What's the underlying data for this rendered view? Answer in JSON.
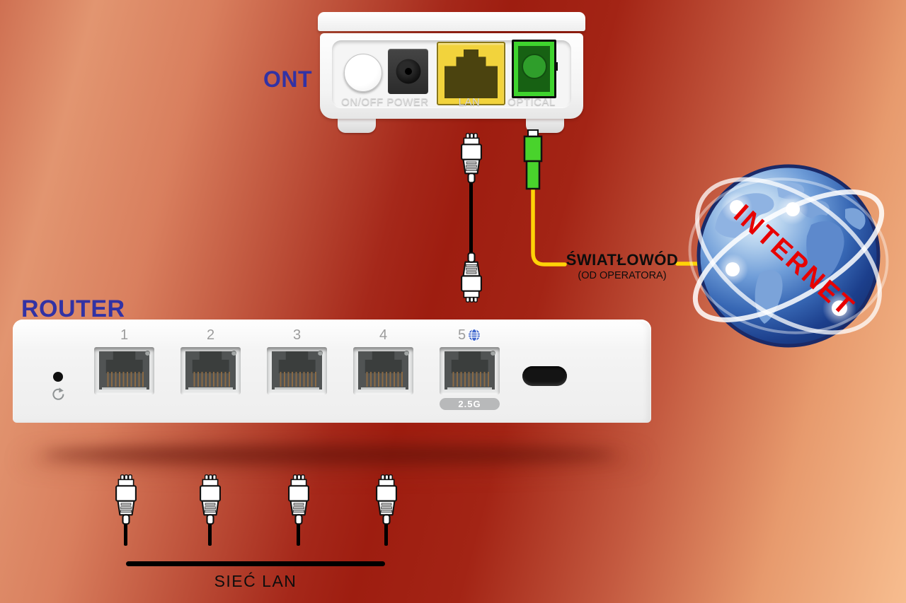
{
  "ont": {
    "label": "ONT",
    "ports": [
      {
        "name": "on-off-button",
        "label": "ON/OFF"
      },
      {
        "name": "power-jack",
        "label": "POWER"
      },
      {
        "name": "lan-port",
        "label": "LAN"
      },
      {
        "name": "optical-port",
        "label": "OPTICAL"
      }
    ]
  },
  "router": {
    "label": "ROUTER",
    "port_numbers": [
      "1",
      "2",
      "3",
      "4",
      "5"
    ],
    "wan_port_badge": "2.5G"
  },
  "fiber": {
    "label": "ŚWIATŁOWÓD",
    "sublabel": "(OD OPERATORA)"
  },
  "internet": {
    "label": "INTERNET"
  },
  "lan": {
    "label": "SIEĆ LAN"
  },
  "icons": {
    "wan_globe": "globe-grid-icon",
    "reset": "circular-arrow-icon",
    "ethernet_plug": "rj45-plug-icon",
    "fiber_connector": "sc-apc-connector-icon"
  },
  "colors": {
    "background_center": "#9e1d10",
    "background_edge": "#f7bd8f",
    "label_blue": "#3232a4",
    "fiber_yellow": "#ffd307",
    "internet_red": "#e80000",
    "lan_port_yellow": "#f2d33c",
    "optical_green": "#3fd42e",
    "wan_globe_blue": "#3f66cc",
    "router_base_gray": "#abadac"
  }
}
